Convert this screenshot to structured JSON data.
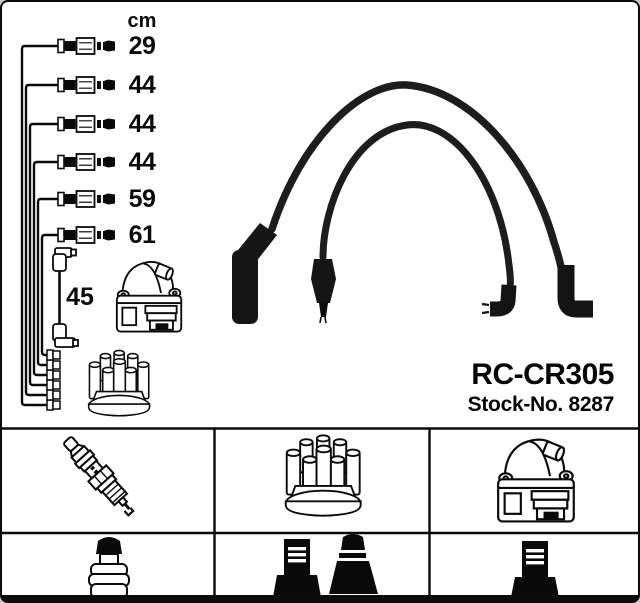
{
  "product": {
    "part_number": "RC-CR305",
    "stock_number": "Stock-No. 8287"
  },
  "diagram": {
    "unit_label": "cm",
    "cable_lengths": [
      "29",
      "44",
      "44",
      "44",
      "59",
      "61"
    ],
    "coil_wire_length": "45"
  },
  "legend": {
    "top_row_icons": [
      "spark-plug-icon",
      "distributor-cap-icon",
      "ignition-coil-icon"
    ],
    "bottom_row_icons": [
      "plug-boot-icon",
      "distributor-terminal-icon",
      "coil-boot-icon",
      "distributor-terminal-icon"
    ]
  },
  "colors": {
    "ink": "#0a0a0a",
    "cable": "#1c1c1c",
    "background": "#ffffff"
  }
}
